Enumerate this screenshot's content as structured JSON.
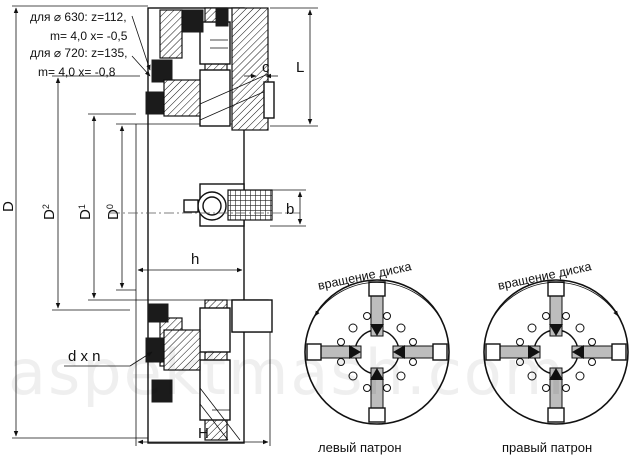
{
  "notes": {
    "d630_line1": "для ⌀ 630: z=112,",
    "d630_line2": "m= 4,0   x= -0,5",
    "d720_line1": "для ⌀ 720: z=135,",
    "d720_line2": "m= 4,0   x= -0,8"
  },
  "dims": {
    "D": "D",
    "D2": "D",
    "D2_sub": "2",
    "D1": "D",
    "D1_sub": "1",
    "D0": "D",
    "D0_sub": "0",
    "c": "c",
    "L": "L",
    "b": "b",
    "h": "h",
    "H": "H",
    "dxn": "d x n"
  },
  "views": {
    "left": {
      "rotation": "вращение диска",
      "caption": "левый патрон"
    },
    "right": {
      "rotation": "вращение диска",
      "caption": "правый патрон"
    }
  },
  "watermark": "aspektmash.com"
}
